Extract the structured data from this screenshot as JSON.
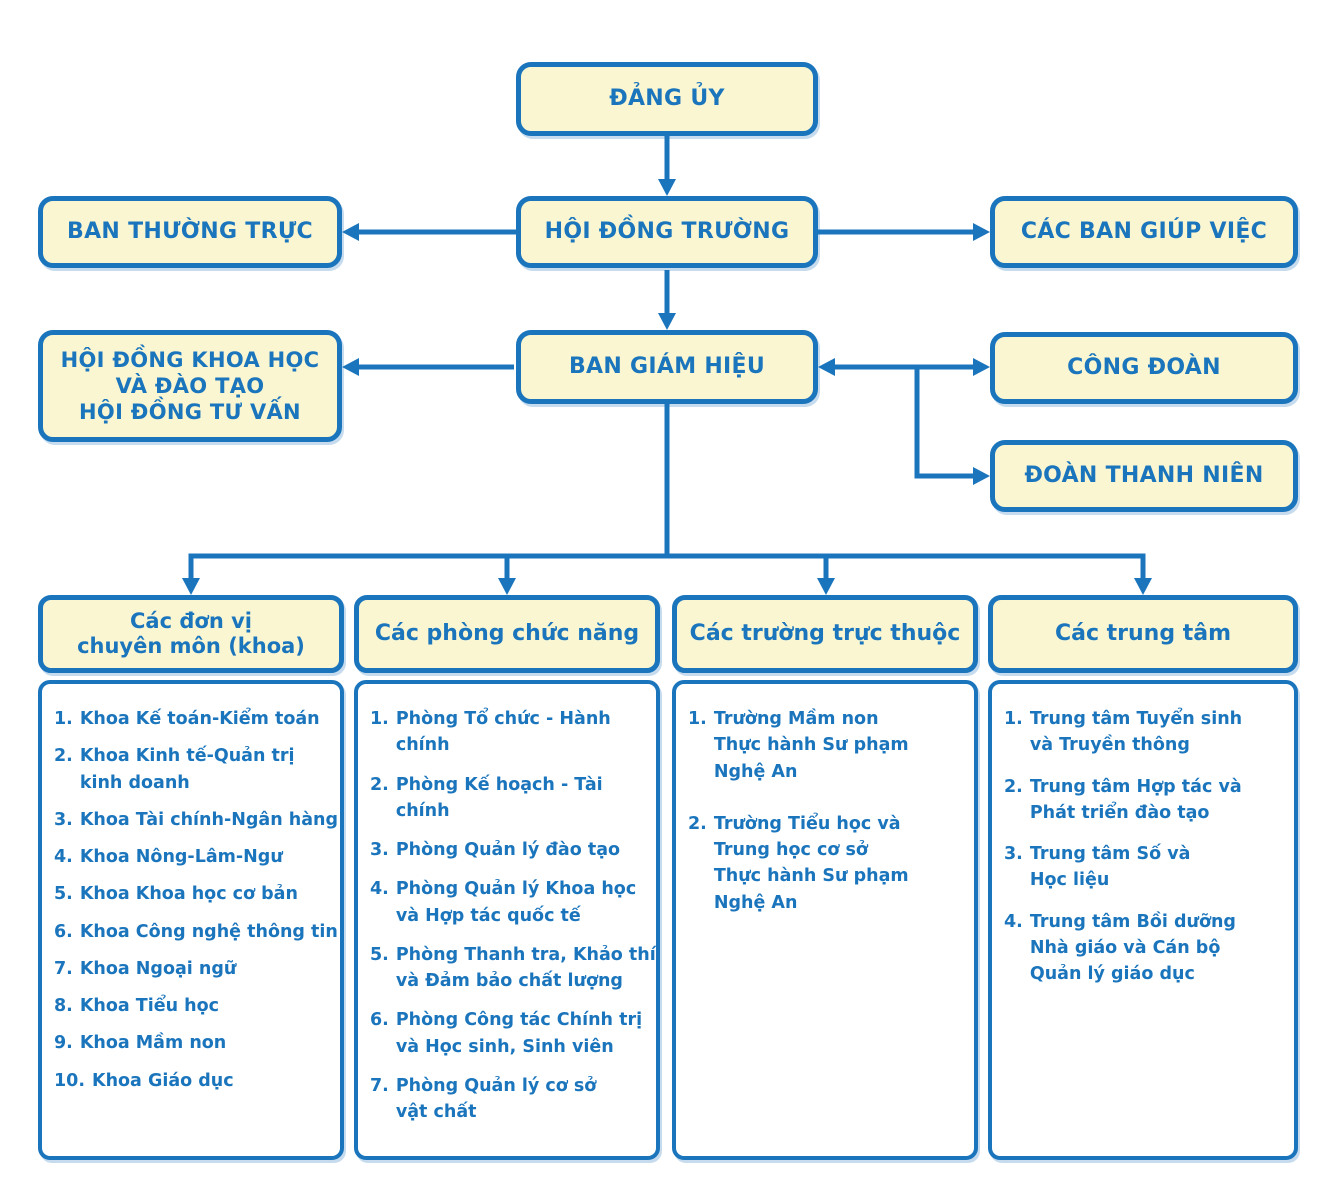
{
  "colors": {
    "blue": "#1B75BC",
    "yellow": "#FAF6D2"
  },
  "nodes": {
    "dang_uy": "ĐẢNG ỦY",
    "hoi_dong_truong": "HỘI ĐỒNG TRƯỜNG",
    "ban_thuong_truc": "BAN THƯỜNG TRỰC",
    "cac_ban_giup_viec": "CÁC BAN GIÚP VIỆC",
    "hoi_dong_khoa_hoc": "HỘI ĐỒNG KHOA HỌC\nVÀ ĐÀO TẠO\nHỘI ĐỒNG TƯ VẤN",
    "ban_giam_hieu": "BAN GIÁM HIỆU",
    "cong_doan": "CÔNG ĐOÀN",
    "doan_thanh_nien": "ĐOÀN THANH NIÊN"
  },
  "columns": [
    {
      "header": "Các đơn vị\nchuyên môn (khoa)",
      "items": [
        {
          "num": "1.",
          "text": "Khoa Kế toán-Kiểm toán"
        },
        {
          "num": "2.",
          "text": "Khoa Kinh tế-Quản trị\nkinh doanh"
        },
        {
          "num": "3.",
          "text": "Khoa Tài chính-Ngân hàng"
        },
        {
          "num": "4.",
          "text": "Khoa Nông-Lâm-Ngư"
        },
        {
          "num": "5.",
          "text": "Khoa Khoa học cơ bản"
        },
        {
          "num": "6.",
          "text": "Khoa Công nghệ thông tin"
        },
        {
          "num": "7.",
          "text": "Khoa Ngoại ngữ"
        },
        {
          "num": "8.",
          "text": "Khoa Tiểu học"
        },
        {
          "num": "9.",
          "text": "Khoa Mầm non"
        },
        {
          "num": "10.",
          "text": "Khoa Giáo dục"
        }
      ]
    },
    {
      "header": "Các phòng chức năng",
      "items": [
        {
          "num": "1.",
          "text": "Phòng Tổ chức - Hành\nchính"
        },
        {
          "num": "2.",
          "text": "Phòng Kế hoạch - Tài\nchính"
        },
        {
          "num": "3.",
          "text": "Phòng Quản lý đào tạo"
        },
        {
          "num": "4.",
          "text": "Phòng Quản lý Khoa học\nvà Hợp tác quốc tế"
        },
        {
          "num": "5.",
          "text": "Phòng Thanh tra, Khảo thí\nvà Đảm bảo chất lượng"
        },
        {
          "num": "6.",
          "text": "Phòng Công tác Chính trị\nvà Học sinh, Sinh viên"
        },
        {
          "num": "7.",
          "text": "Phòng Quản lý cơ sở\nvật chất"
        }
      ]
    },
    {
      "header": "Các trường trực thuộc",
      "items": [
        {
          "num": "1.",
          "text": "Trường Mầm non\nThực hành Sư phạm\nNghệ An"
        },
        {
          "num": "2.",
          "text": "Trường Tiểu học và\nTrung học cơ sở\nThực hành Sư phạm\nNghệ An"
        }
      ]
    },
    {
      "header": "Các trung tâm",
      "items": [
        {
          "num": "1.",
          "text": "Trung tâm Tuyển sinh\nvà Truyền thông"
        },
        {
          "num": "2.",
          "text": "Trung tâm Hợp tác và\nPhát triển đào tạo"
        },
        {
          "num": "3.",
          "text": "Trung tâm Số và\nHọc liệu"
        },
        {
          "num": "4.",
          "text": "Trung tâm Bồi dưỡng\nNhà giáo và Cán bộ\nQuản lý giáo dục"
        }
      ]
    }
  ]
}
